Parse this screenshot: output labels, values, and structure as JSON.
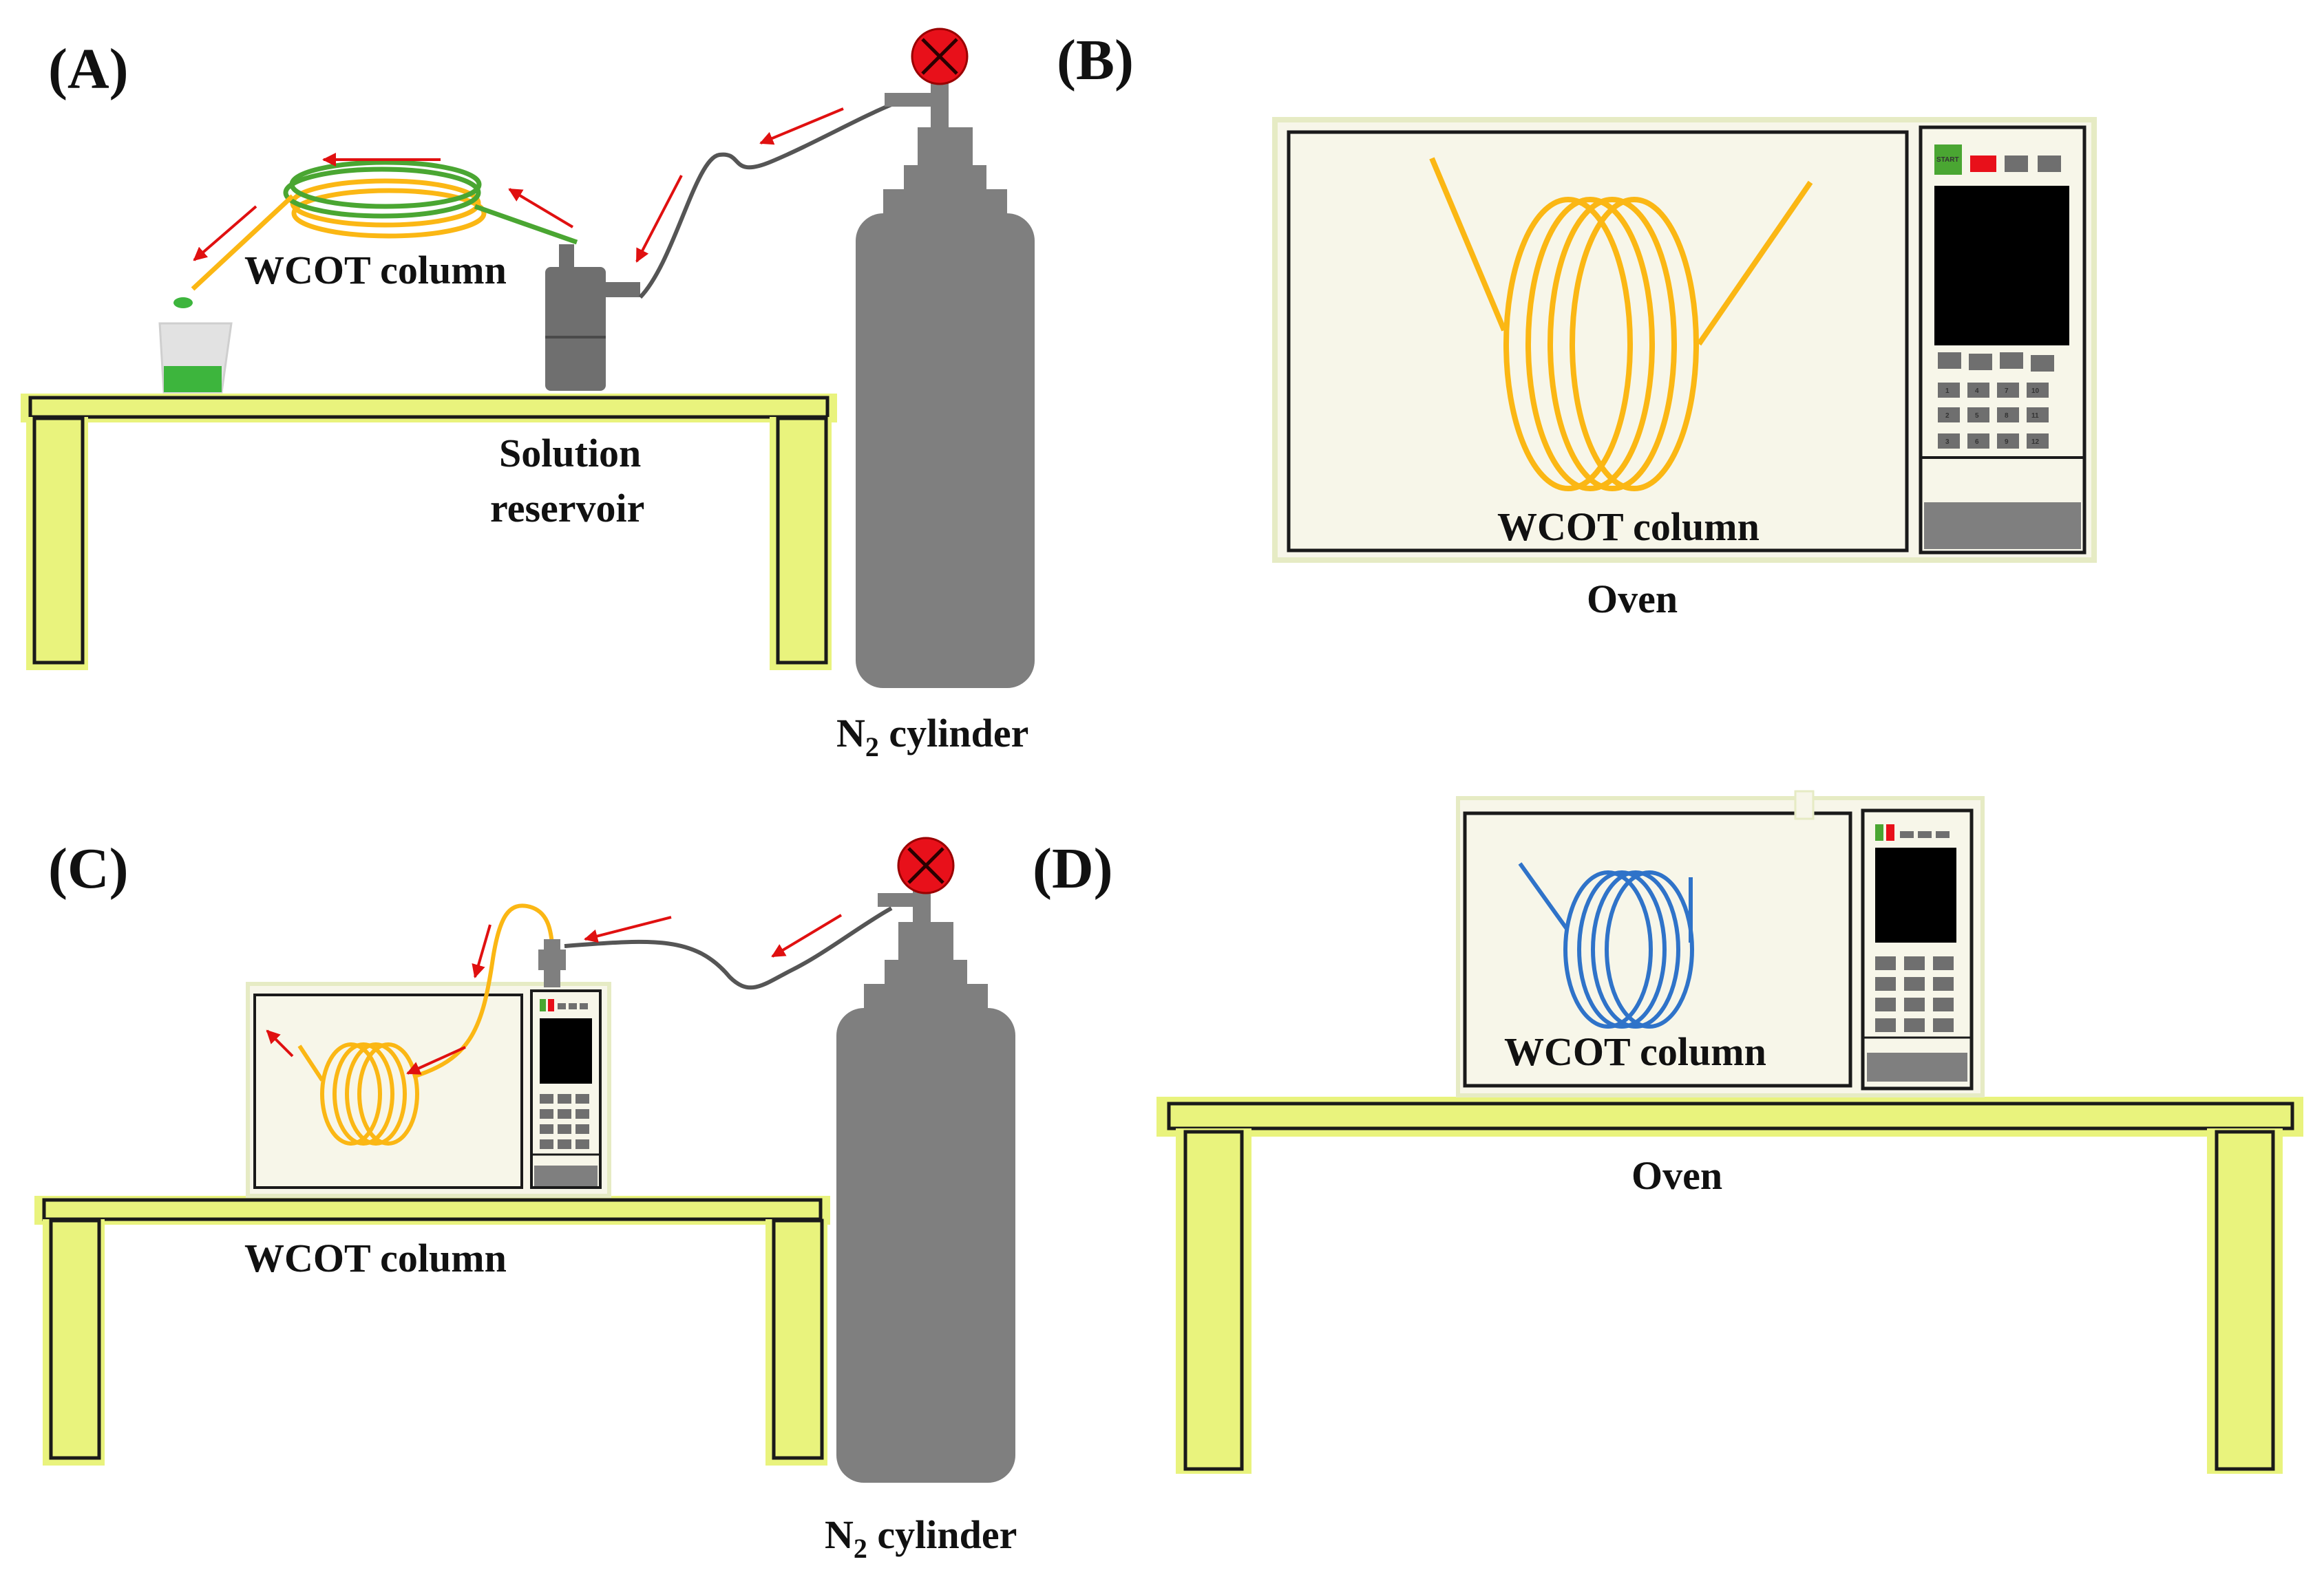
{
  "panels": {
    "a": "(A)",
    "b": "(B)",
    "c": "(C)",
    "d": "(D)"
  },
  "labels": {
    "wcot_column": "WCOT column",
    "solution": "Solution",
    "reservoir": "reservoir",
    "oven": "Oven",
    "n2_n": "N",
    "n2_sub": "2",
    "cylinder": " cylinder",
    "start": "START"
  },
  "keypad": [
    "1",
    "4",
    "7",
    "10",
    "2",
    "5",
    "8",
    "11",
    "3",
    "6",
    "9",
    "12"
  ],
  "colors": {
    "table_fill": "#e9f37d",
    "table_stroke": "#1a1a1a",
    "oven_fill": "#f7f6e9",
    "oven_border": "#e6ebc4",
    "cylinder": "#7f7f7f",
    "valve": "#e8101a",
    "arrow": "#e01010",
    "column_yellow": "#fbb714",
    "column_green": "#4aa632",
    "column_blue": "#2f73c9",
    "beaker_liquid": "#3db53d",
    "reservoir": "#6f6f6f"
  }
}
